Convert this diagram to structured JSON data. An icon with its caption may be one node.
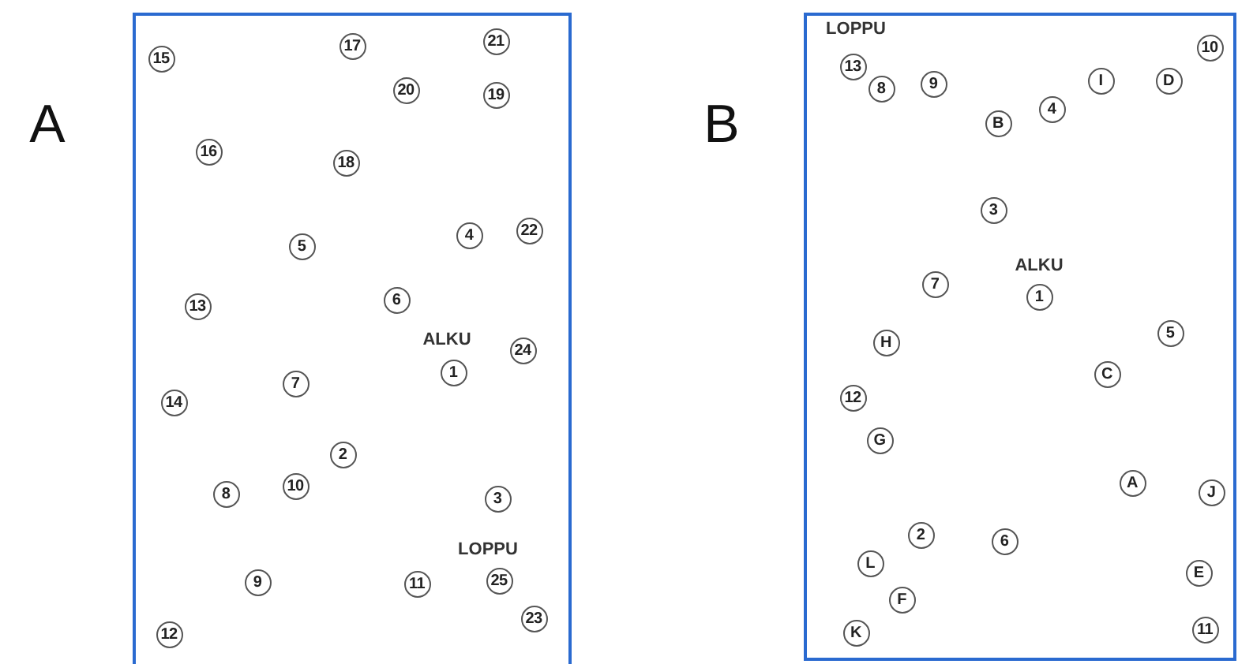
{
  "diagram": {
    "nodes": [
      {
        "text": [
          "A"
        ]
      },
      {
        "text": [
          "21"
        ],
        "in": 0
      },
      {
        "text": [
          "17"
        ],
        "in": 0
      },
      {
        "text": [
          "15"
        ],
        "in": 0
      },
      {
        "text": [
          "20"
        ],
        "in": 0
      },
      {
        "text": [
          "19"
        ],
        "in": 0
      },
      {
        "text": [
          "16"
        ],
        "in": 0
      },
      {
        "text": [
          "18"
        ],
        "in": 0
      },
      {
        "text": [
          "22"
        ],
        "in": 0
      },
      {
        "text": [
          "4"
        ],
        "in": 0
      },
      {
        "text": [
          "5"
        ],
        "in": 0
      },
      {
        "text": [
          "6"
        ],
        "in": 0
      },
      {
        "text": [
          "13"
        ],
        "in": 0
      },
      {
        "text": [
          "24"
        ],
        "in": 0
      },
      {
        "text": [
          "1"
        ],
        "in": 0,
        "beside": [
          "ALKU"
        ]
      },
      {
        "text": [
          "7"
        ],
        "in": 0
      },
      {
        "text": [
          "14"
        ],
        "in": 0
      },
      {
        "text": [
          "2"
        ],
        "in": 0
      },
      {
        "text": [
          "10"
        ],
        "in": 0
      },
      {
        "text": [
          "8"
        ],
        "in": 0
      },
      {
        "text": [
          "3"
        ],
        "in": 0
      },
      {
        "text": [
          "25"
        ],
        "in": 0,
        "beside": [
          "LOPPU"
        ]
      },
      {
        "text": [
          "9"
        ],
        "in": 0
      },
      {
        "text": [
          "11"
        ],
        "in": 0
      },
      {
        "text": [
          "23"
        ],
        "in": 0
      },
      {
        "text": [
          "12"
        ],
        "in": 0
      },
      {
        "text": [
          "B"
        ]
      },
      {
        "text": [
          "10"
        ],
        "in": 26
      },
      {
        "text": [
          "13"
        ],
        "in": 26,
        "beside": [
          "LOPPU"
        ]
      },
      {
        "text": [
          "I"
        ],
        "in": 26
      },
      {
        "text": [
          "D"
        ],
        "in": 26
      },
      {
        "text": [
          "9"
        ],
        "in": 26
      },
      {
        "text": [
          "8"
        ],
        "in": 26
      },
      {
        "text": [
          "4"
        ],
        "in": 26
      },
      {
        "text": [
          "B"
        ],
        "in": 26
      },
      {
        "text": [
          "3"
        ],
        "in": 26
      },
      {
        "text": [
          "7"
        ],
        "in": 26
      },
      {
        "text": [
          "1"
        ],
        "in": 26,
        "beside": [
          "ALKU"
        ]
      },
      {
        "text": [
          "5"
        ],
        "in": 26
      },
      {
        "text": [
          "H"
        ],
        "in": 26
      },
      {
        "text": [
          "C"
        ],
        "in": 26
      },
      {
        "text": [
          "12"
        ],
        "in": 26
      },
      {
        "text": [
          "G"
        ],
        "in": 26
      },
      {
        "text": [
          "A"
        ],
        "in": 26
      },
      {
        "text": [
          "J"
        ],
        "in": 26
      },
      {
        "text": [
          "2"
        ],
        "in": 26
      },
      {
        "text": [
          "6"
        ],
        "in": 26
      },
      {
        "text": [
          "L"
        ],
        "in": 26
      },
      {
        "text": [
          "E"
        ],
        "in": 26
      },
      {
        "text": [
          "F"
        ],
        "in": 26
      },
      {
        "text": [
          "K"
        ],
        "in": 26
      },
      {
        "text": [
          "11"
        ],
        "in": 26
      }
    ]
  }
}
